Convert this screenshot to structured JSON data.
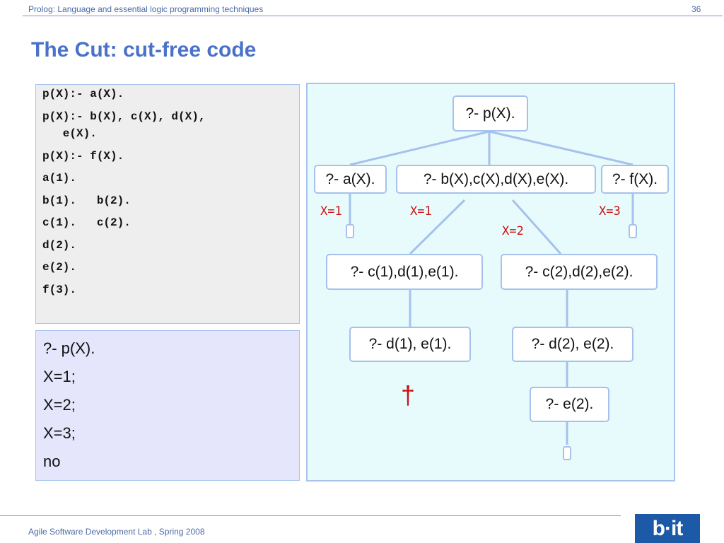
{
  "header": {
    "course_title": "Prolog: Language and essential logic programming techniques",
    "page_number": "36"
  },
  "slide": {
    "title": "The Cut: cut-free code"
  },
  "program": {
    "lines": [
      "p(X):- a(X).",
      "p(X):- b(X), c(X), d(X),",
      "   e(X).",
      "p(X):- f(X).",
      "a(1).",
      "b(1).   b(2).",
      "c(1).   c(2).",
      "d(2).",
      "e(2).",
      "f(3)."
    ]
  },
  "session": {
    "lines": [
      "?- p(X).",
      "X=1;",
      "X=2;",
      "X=3;",
      "no"
    ]
  },
  "tree": {
    "nodes": {
      "root": "?- p(X).",
      "a": "?- a(X).",
      "bcde": "?- b(X),c(X),d(X),e(X).",
      "f": "?- f(X).",
      "c1": "?- c(1),d(1),e(1).",
      "c2": "?- c(2),d(2),e(2).",
      "d1": "?- d(1), e(1).",
      "d2": "?- d(2), e(2).",
      "e2": "?- e(2)."
    },
    "substitutions": {
      "a": "X=1",
      "b1": "X=1",
      "b2": "X=2",
      "f": "X=3"
    },
    "failure_mark": "†",
    "colors": {
      "node_border": "#a6c2ec",
      "edge": "#a6c2ec",
      "substitution": "#d01010",
      "failure": "#cc1010",
      "background": "#e8fbfc"
    }
  },
  "footer": {
    "text": "Agile Software Development Lab , Spring 2008",
    "logo_b": "b",
    "logo_dot": "·",
    "logo_it": "it"
  }
}
